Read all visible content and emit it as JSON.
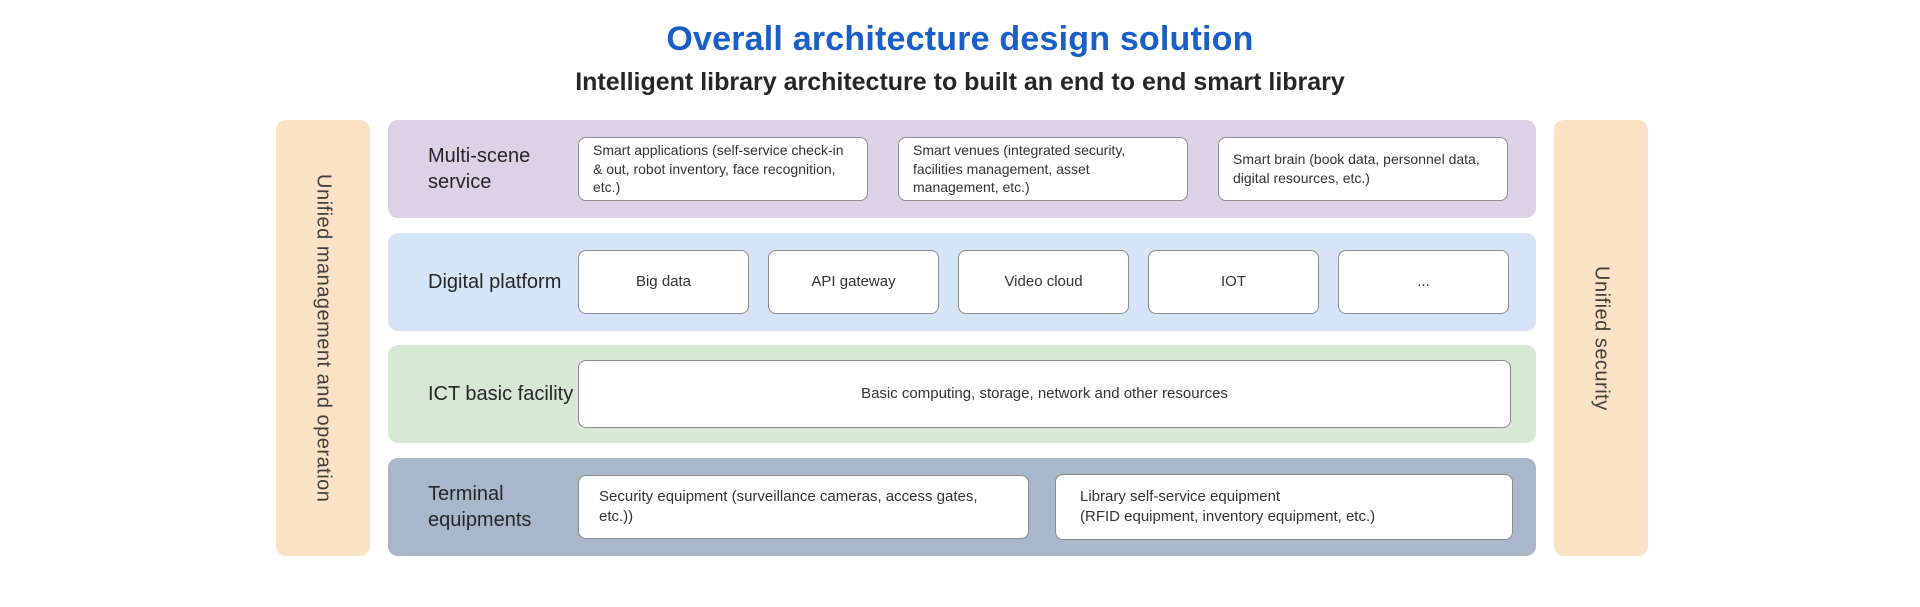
{
  "colors": {
    "title": "#1a5fc7",
    "subtitle": "#262626",
    "row_multi_scene": "#dcd2e5",
    "row_digital": "#d6e4f8",
    "row_ict": "#d6e8d4",
    "row_terminal": "#a9b7cb",
    "side_bar": "#fbe2c5",
    "box_border": "#8c8c8c"
  },
  "header": {
    "title": "Overall architecture design solution",
    "subtitle": "Intelligent library architecture to built an end to end smart library"
  },
  "left_bar": {
    "label": "Unified management and operation"
  },
  "right_bar": {
    "label": "Unified security"
  },
  "rows": [
    {
      "label": "Multi-scene service",
      "boxes": [
        "Smart applications (self-service check-in & out, robot inventory, face recognition, etc.)",
        "Smart venues (integrated security, facilities management, asset management, etc.)",
        "Smart brain (book data, personnel data, digital resources, etc.)"
      ]
    },
    {
      "label": "Digital platform",
      "boxes": [
        "Big data",
        "API gateway",
        "Video cloud",
        "IOT",
        "..."
      ]
    },
    {
      "label": "ICT basic facility",
      "boxes": [
        "Basic computing, storage, network and other resources"
      ]
    },
    {
      "label": "Terminal equipments",
      "boxes": [
        "Security equipment (surveillance cameras, access gates, etc.))",
        "Library self-service equipment\n(RFID equipment, inventory equipment, etc.)"
      ]
    }
  ]
}
